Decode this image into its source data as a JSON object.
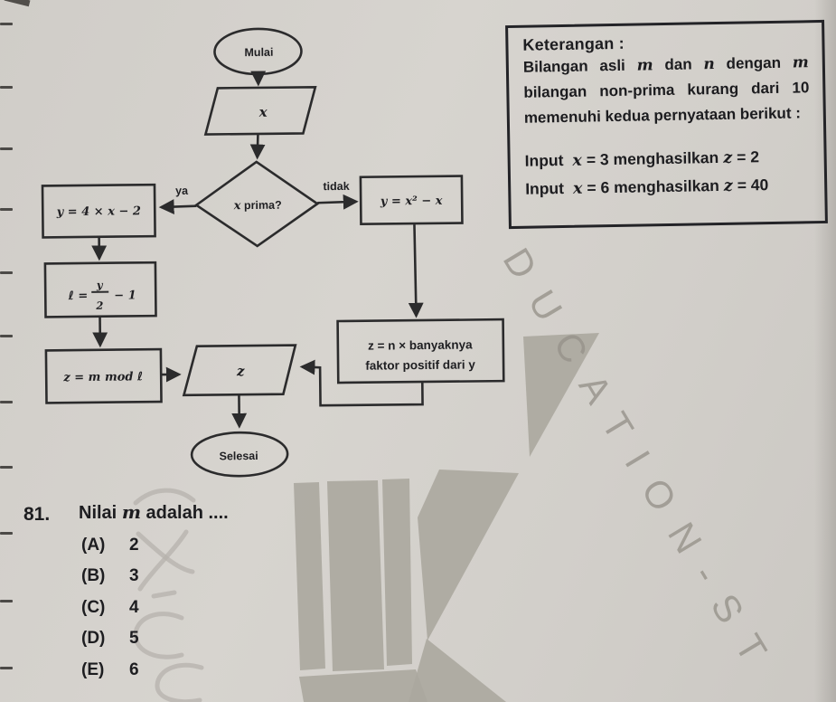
{
  "flowchart": {
    "start_label": "Mulai",
    "input_label": "x",
    "decision_var": "x",
    "decision_rest": " prima?",
    "yes_label": "ya",
    "no_label": "tidak",
    "yes_formula": "y = 4 × x − 2",
    "no_formula": "y = x² − x",
    "ell_lhs": "ℓ =",
    "ell_num": "y",
    "ell_den": "2",
    "ell_rhs": "− 1",
    "mod_formula": "z = m mod ℓ",
    "factor_line1": "z = n × banyaknya",
    "factor_line2": "faktor positif dari y",
    "output_label": "z",
    "end_label": "Selesai"
  },
  "keterangan": {
    "title": "Keterangan :",
    "line1_parts": {
      "t1": "Bilangan",
      "t2": "asli",
      "v1": "m",
      "t3": "dan",
      "v2": "n",
      "t4": "dengan",
      "v3": "m"
    },
    "line2": "bilangan non-prima kurang dari 10",
    "line3": "memenuhi kedua pernyataan berikut :",
    "statement1": {
      "pre": "Input",
      "var1": "x",
      "mid": "= 3 menghasilkan",
      "var2": "z",
      "post": "= 2"
    },
    "statement2": {
      "pre": "Input",
      "var1": "x",
      "mid": "= 6 menghasilkan",
      "var2": "z",
      "post": "= 40"
    }
  },
  "question": {
    "number": "81.",
    "text_pre": "Nilai",
    "text_var": "m",
    "text_post": "adalah ....",
    "options": [
      {
        "label": "(A)",
        "value": "2"
      },
      {
        "label": "(B)",
        "value": "3"
      },
      {
        "label": "(C)",
        "value": "4"
      },
      {
        "label": "(D)",
        "value": "5"
      },
      {
        "label": "(E)",
        "value": "6"
      }
    ]
  },
  "watermark": {
    "diagonal_text": "DUCATION-ST",
    "color": "#97938b"
  },
  "decorations": {
    "margin_dash_y": [
      25,
      95,
      163,
      230,
      300,
      370,
      443,
      515,
      588,
      663,
      737
    ]
  }
}
